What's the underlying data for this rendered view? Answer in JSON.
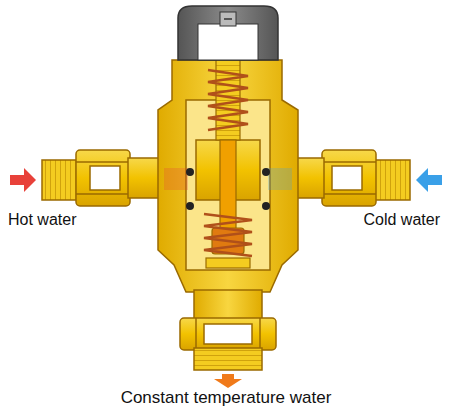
{
  "diagram": {
    "labels": [
      "Hot water",
      "Cold water",
      "Constant temperature water"
    ]
  }
}
